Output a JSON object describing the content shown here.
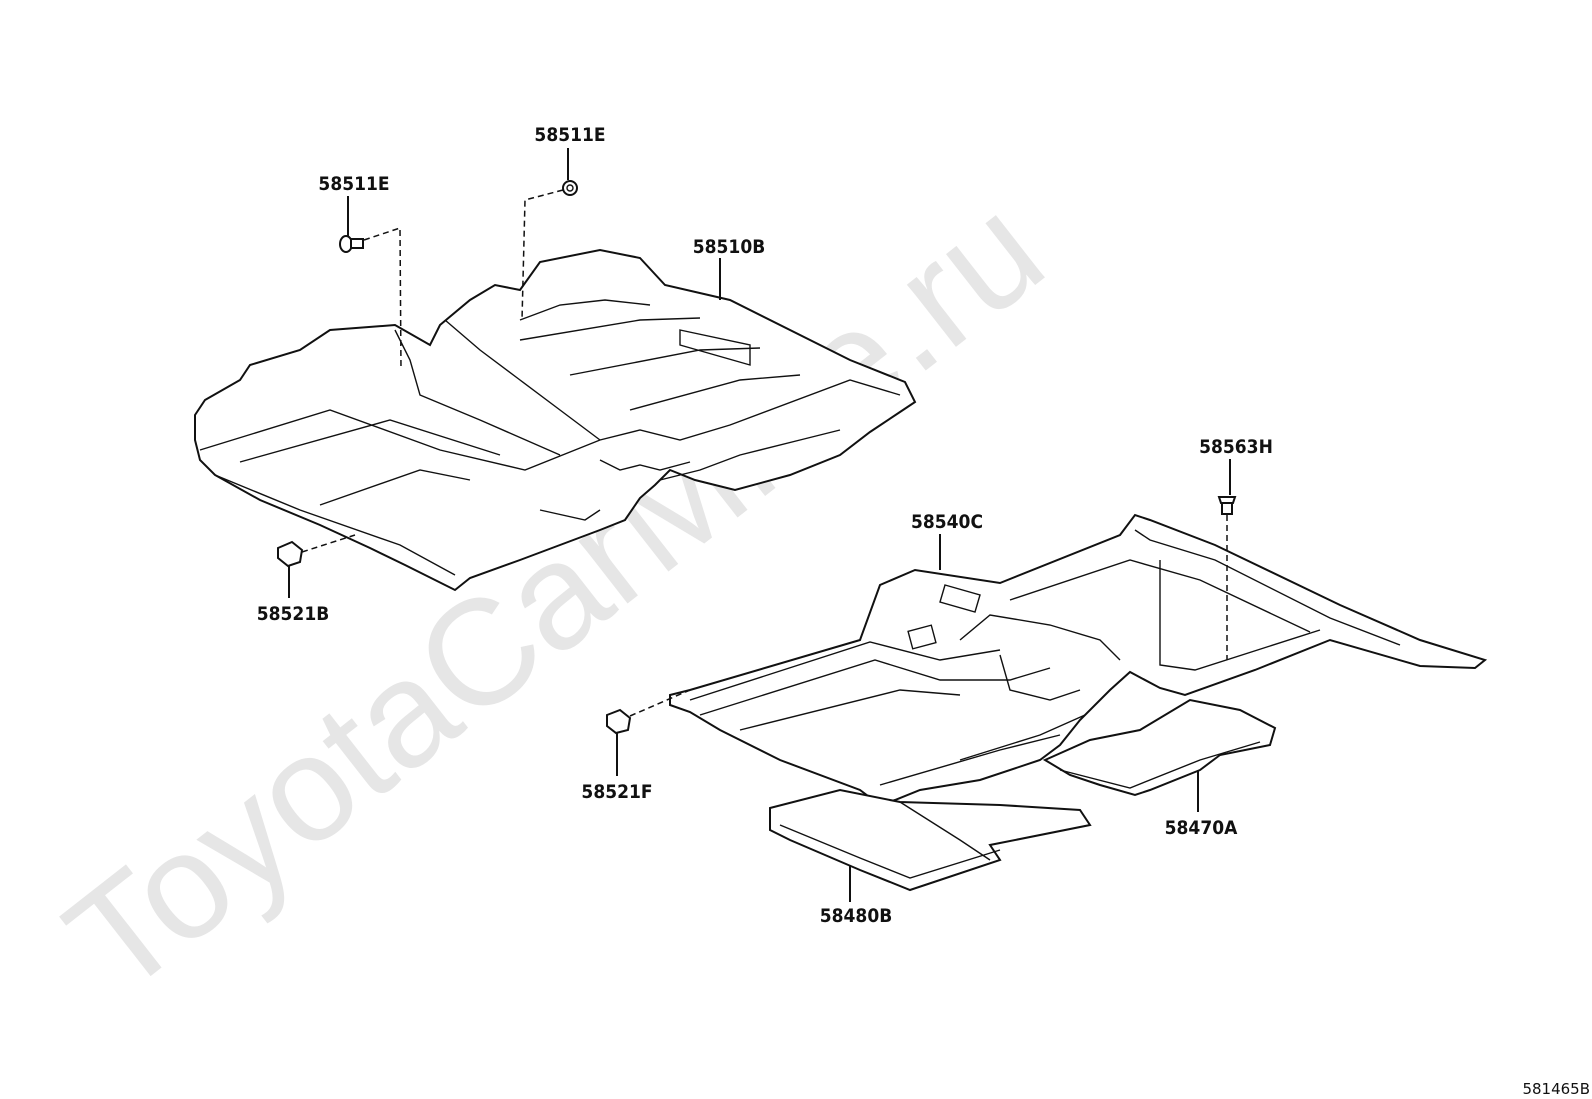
{
  "watermark": "ToyotaCarMine.ru",
  "diagram_code": "581465B",
  "callouts": {
    "bolt_left": "58511E",
    "bolt_center": "58511E",
    "front_carpet": "58510B",
    "clip_left": "58521B",
    "bolt_right": "58563H",
    "rear_carpet": "58540C",
    "clip_rear": "58521F",
    "pad_right": "58470A",
    "pad_center": "58480B"
  },
  "colors": {
    "line": "#111111",
    "watermark": "#e6e6e6",
    "background": "#ffffff"
  }
}
